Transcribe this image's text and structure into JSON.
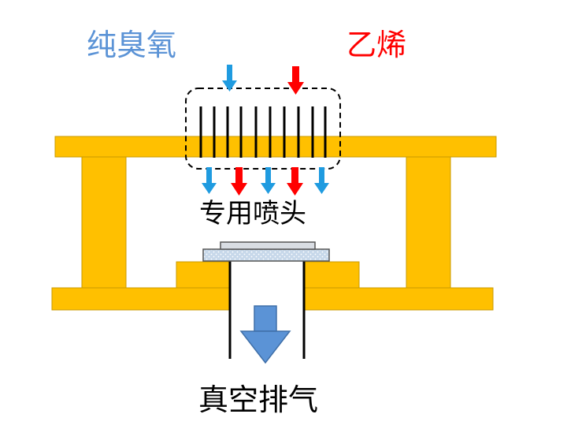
{
  "labels": {
    "ozone": "纯臭氧",
    "ethylene": "乙烯",
    "nozzle": "专用喷头",
    "exhaust": "真空排气"
  },
  "colors": {
    "frame_fill": "#ffc000",
    "frame_stroke": "#c99a00",
    "ozone_arrow": "#1f9be0",
    "ethylene_arrow": "#ff0000",
    "exhaust_arrow": "#5b93d6",
    "ozone_text": "#5b93d6",
    "ethylene_text": "#ff0000",
    "sample_fill": "#c7d8ea",
    "wafer_fill": "#d9dde3"
  },
  "nozzle_outlets": [
    "ozone",
    "ethylene",
    "ozone",
    "ethylene",
    "ozone"
  ],
  "inlets": [
    "ozone",
    "ethylene"
  ]
}
